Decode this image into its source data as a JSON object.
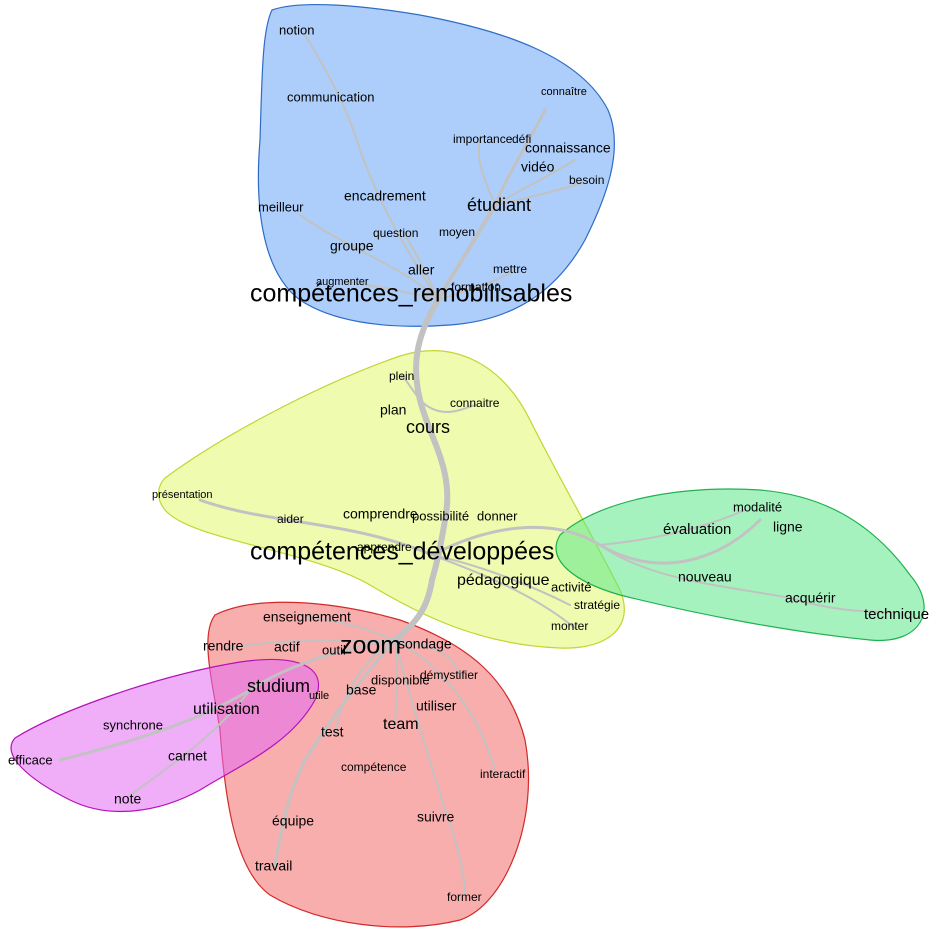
{
  "clusters": [
    {
      "id": "remobilisables",
      "fill": "#6aa6f5",
      "stroke": "#2d6cc6"
    },
    {
      "id": "cours",
      "fill": "#e1f76b",
      "stroke": "#c5d431"
    },
    {
      "id": "evaluation",
      "fill": "#5de88b",
      "stroke": "#1fb152"
    },
    {
      "id": "zoom",
      "fill": "#f46c6c",
      "stroke": "#d22a2a"
    },
    {
      "id": "studium",
      "fill": "#e46cf4",
      "stroke": "#b412b9"
    }
  ],
  "hubs": {
    "remobilisables": "compétences_remobilisables",
    "developpees": "compétences_développées",
    "zoom": "zoom",
    "cours": "cours",
    "etudiant": "étudiant",
    "studium": "studium",
    "pedagogique": "pédagogique",
    "utilisation": "utilisation"
  },
  "words": {
    "notion": "notion",
    "communication": "communication",
    "connaitre_a": "connaître",
    "importance": "importance",
    "defi": "défi",
    "connaissance": "connaissance",
    "video": "vidéo",
    "besoin": "besoin",
    "encadrement": "encadrement",
    "meilleur": "meilleur",
    "question": "question",
    "moyen": "moyen",
    "groupe": "groupe",
    "aller": "aller",
    "mettre": "mettre",
    "augmenter": "augmenter",
    "formation": "formation",
    "plein": "plein",
    "plan": "plan",
    "connaitre_b": "connaitre",
    "presentation": "présentation",
    "aider": "aider",
    "comprendre": "comprendre",
    "possibilite": "possibilité",
    "donner": "donner",
    "apprendre": "apprendre",
    "activite": "activité",
    "strategie": "stratégie",
    "monter": "monter",
    "modalite": "modalité",
    "evaluation": "évaluation",
    "ligne": "ligne",
    "nouveau": "nouveau",
    "acquerir": "acquérir",
    "technique": "technique",
    "enseignement": "enseignement",
    "rendre": "rendre",
    "actif": "actif",
    "outil": "outil",
    "sondage": "sondage",
    "demystifier": "démystifier",
    "disponible": "disponible",
    "base": "base",
    "utile": "utile",
    "utiliser": "utiliser",
    "team": "team",
    "test": "test",
    "competence": "compétence",
    "interactif": "interactif",
    "equipe": "équipe",
    "suivre": "suivre",
    "travail": "travail",
    "former": "former",
    "synchrone": "synchrone",
    "efficace": "efficace",
    "carnet": "carnet",
    "note": "note"
  }
}
